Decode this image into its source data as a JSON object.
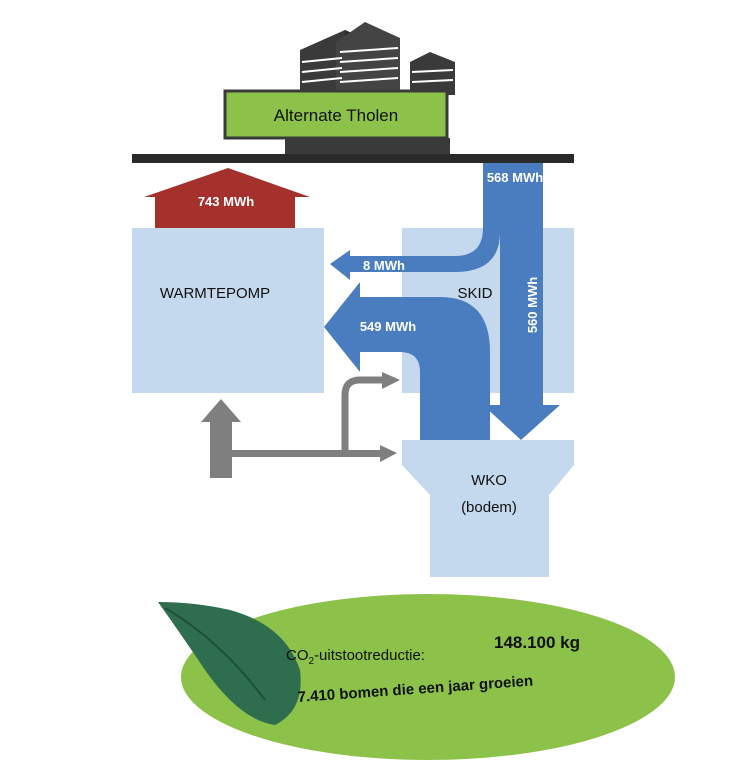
{
  "building": {
    "label": "Alternate Tholen"
  },
  "boxes": {
    "heat_pump": "WARMTEPOMP",
    "skid": "SKID",
    "wko_line1": "WKO",
    "wko_line2": "(bodem)"
  },
  "flows": {
    "to_building": "743 MWh",
    "from_building": "568 MWh",
    "skid_to_heatpump_small": "8 MWh",
    "skid_to_heatpump_large": "549 MWh",
    "skid_to_wko": "560 MWh"
  },
  "savings": {
    "co2_prefix": "CO",
    "co2_sub": "2",
    "co2_suffix": "-uitstootreductie:",
    "co2_value": "148.100 kg",
    "trees": "7.410 bomen die een jaar groeien"
  },
  "colors": {
    "green": "#8cc24a",
    "dark_green": "#2e6e4e",
    "box_blue": "#c4d9ee",
    "flow_blue": "#4a7dbf",
    "red": "#a5312c",
    "grey": "#7f7f7f",
    "building": "#3a3a3a"
  }
}
